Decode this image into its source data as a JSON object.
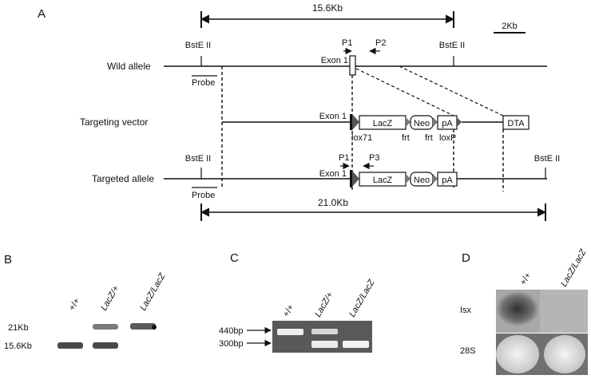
{
  "panels": {
    "a": "A",
    "b": "B",
    "c": "C",
    "d": "D"
  },
  "panel_a": {
    "top_length": "15.6Kb",
    "scale_bar": "2Kb",
    "bottom_length": "21.0Kb",
    "rows": {
      "wild": "Wild allele",
      "vector": "Targeting vector",
      "targeted": "Targeted allele"
    },
    "site": "BstE II",
    "probe": "Probe",
    "exon": "Exon 1",
    "primers": {
      "p1": "P1",
      "p2": "P2",
      "p3": "P3"
    },
    "boxes": {
      "lacz": "LacZ",
      "neo": "Neo",
      "pa": "pA",
      "dta": "DTA"
    },
    "sites": {
      "lox71": "lox71",
      "frt1": "frt",
      "frt2": "frt",
      "loxp": "loxP"
    }
  },
  "panel_b": {
    "lanes": [
      "+/+",
      "LacZ/+",
      "LacZ/LacZ"
    ],
    "bands": [
      "21Kb",
      "15.6Kb"
    ]
  },
  "panel_c": {
    "lanes": [
      "+/+",
      "LacZ/+",
      "LacZ/LacZ"
    ],
    "bands": [
      "440bp",
      "300bp"
    ]
  },
  "panel_d": {
    "lanes": [
      "+/+",
      "LacZ/LacZ"
    ],
    "rows": [
      "Isx",
      "28S"
    ]
  }
}
